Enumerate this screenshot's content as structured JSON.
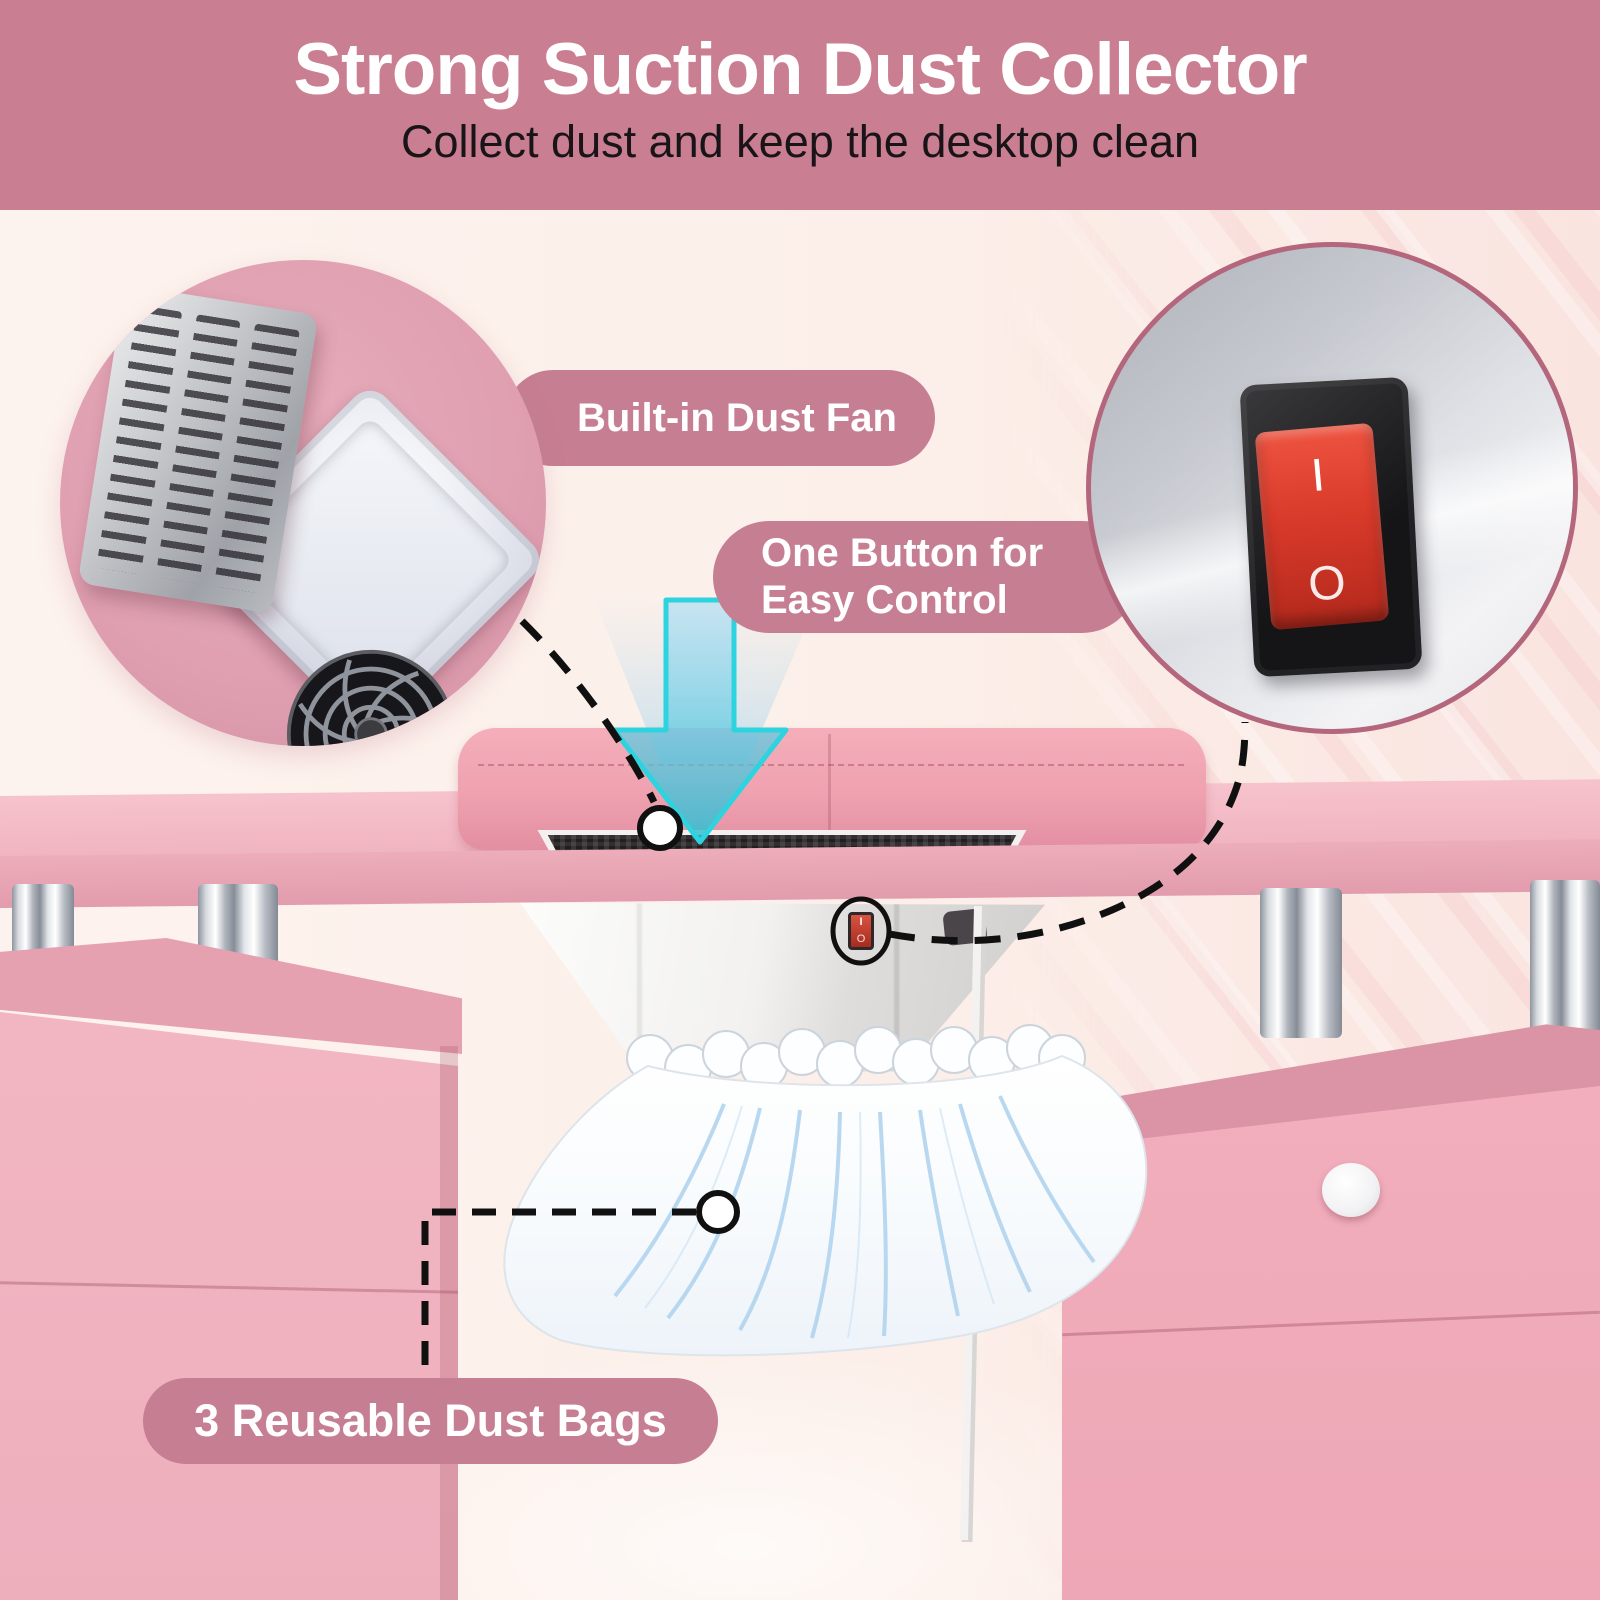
{
  "header": {
    "title": "Strong Suction Dust Collector",
    "subtitle": "Collect dust and keep the desktop clean"
  },
  "callouts": {
    "dust_fan": {
      "label": "Built-in Dust Fan"
    },
    "one_button": {
      "line1": "One Button for",
      "line2": "Easy Control"
    },
    "dust_bags": {
      "label": "3 Reusable Dust Bags"
    }
  },
  "power_switch": {
    "on": "I",
    "off": "O"
  },
  "colors": {
    "header_bg": "#c97e91",
    "pill_bg": "#c67e92",
    "page_bg": "#fcf1ed",
    "inset_circle_fill": "#e0a2b2",
    "inset_ring": "#b4677c",
    "table_pink": "#f2b7c3",
    "cabinet_pink": "#f0b0bd",
    "cushion_pink": "#efa2b0",
    "arrow_teal": "#2dd3de",
    "switch_red": "#d93a2a",
    "annotation_black": "#101010",
    "bag_white": "#f7fbfe",
    "bag_streak_blue": "#aed2ee",
    "chrome_silver": "#c8ccd4"
  }
}
